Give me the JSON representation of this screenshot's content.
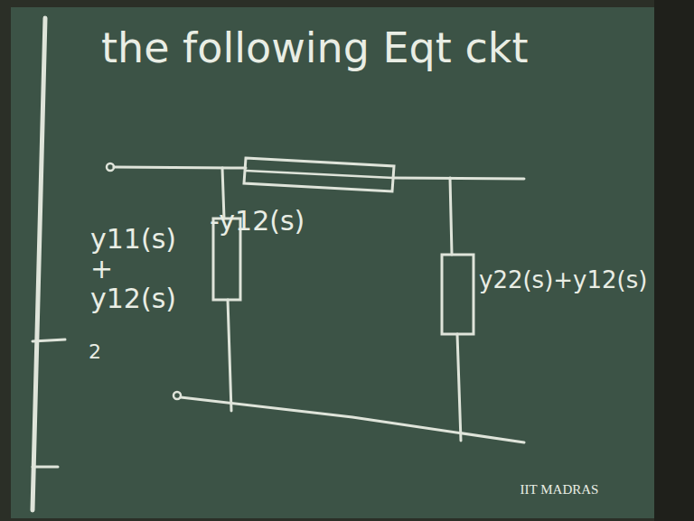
{
  "diagram": {
    "title": "the following Eqt ckt",
    "labels": [
      "-y12(s)",
      "y11(s) + y12(s)",
      "y22(s)+y12(s)",
      "2",
      "IIT MADRAS"
    ]
  }
}
